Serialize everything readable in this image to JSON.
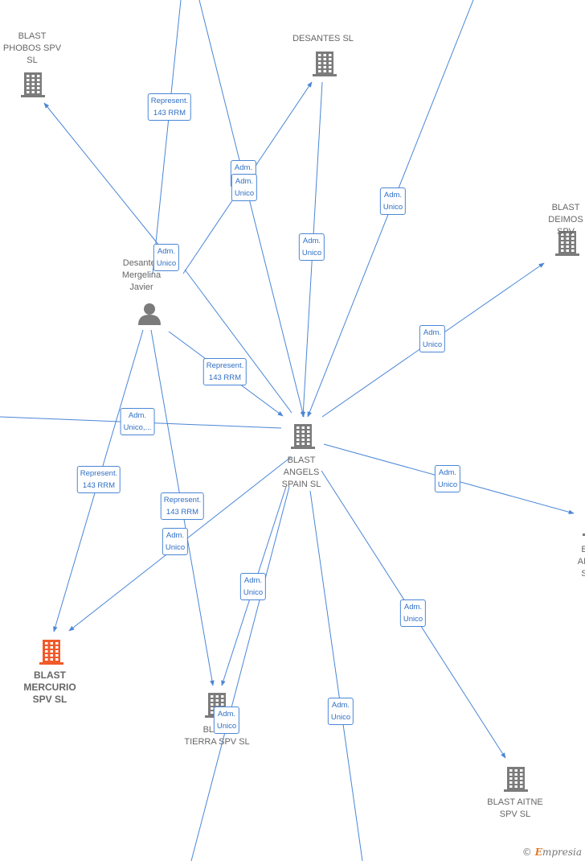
{
  "colors": {
    "edge": "#4a86d6",
    "building": "#7b7b7b",
    "focus_building": "#f15a2b",
    "person": "#7b7b7b"
  },
  "nodes": [
    {
      "id": "phobos",
      "label": "BLAST\nPHOBOS SPV\nSL",
      "icon": "building-icon",
      "focus": false
    },
    {
      "id": "desantes",
      "label": "DESANTES  SL",
      "icon": "building-icon",
      "focus": false
    },
    {
      "id": "deimos",
      "label": "BLAST\nDEIMOS SPV",
      "icon": "building-icon",
      "focus": false
    },
    {
      "id": "person",
      "label": "Desantes\nMergelina\nJavier",
      "icon": "person-icon",
      "focus": false
    },
    {
      "id": "angels",
      "label": "BLAST\nANGELS\nSPAIN  SL",
      "icon": "building-icon",
      "focus": false
    },
    {
      "id": "mercurio",
      "label": "BLAST\nMERCURIO\nSPV  SL",
      "icon": "building-icon",
      "focus": true
    },
    {
      "id": "tierra",
      "label": "BLAST\nTIERRA SPV  SL",
      "icon": "building-icon",
      "focus": false
    },
    {
      "id": "aitne",
      "label": "BLAST AITNE\nSPV  SL",
      "icon": "building-icon",
      "focus": false
    },
    {
      "id": "amalthea",
      "label": "B\nAM\nS",
      "icon": "building-icon",
      "focus": false
    }
  ],
  "edge_labels": [
    "Represent.\n143 RRM",
    "Adm.\nUnico",
    "Adm.\nUnico",
    "Adm.\nUnico",
    "Adm.\nUnico",
    "Adm.\nUnico",
    "Adm.\nUnico",
    "Represent.\n143 RRM",
    "Adm.\nUnico,...",
    "Adm.\nUnico",
    "Represent.\n143 RRM",
    "Represent.\n143 RRM",
    "Adm.\nUnico",
    "Adm.\nUnico",
    "Adm.\nUnico",
    "Adm.\nUnico",
    "Adm.\nUnico"
  ],
  "brand": {
    "copyright": "©",
    "name_first": "E",
    "name_rest": "mpresia"
  }
}
